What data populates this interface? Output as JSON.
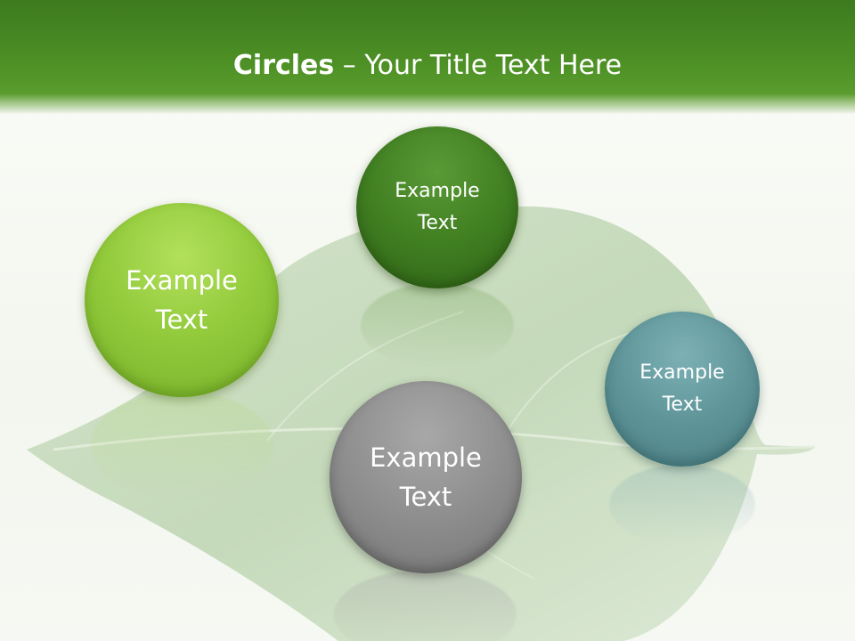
{
  "title": {
    "bold": "Circles",
    "rest": " – Your Title Text Here"
  },
  "circles": [
    {
      "label": "Example\nText",
      "color": "#8cc63f"
    },
    {
      "label": "Example\nText",
      "color": "#3f7f22"
    },
    {
      "label": "Example\nText",
      "color": "#5f9599"
    },
    {
      "label": "Example\nText",
      "color": "#8a8a8a"
    }
  ]
}
